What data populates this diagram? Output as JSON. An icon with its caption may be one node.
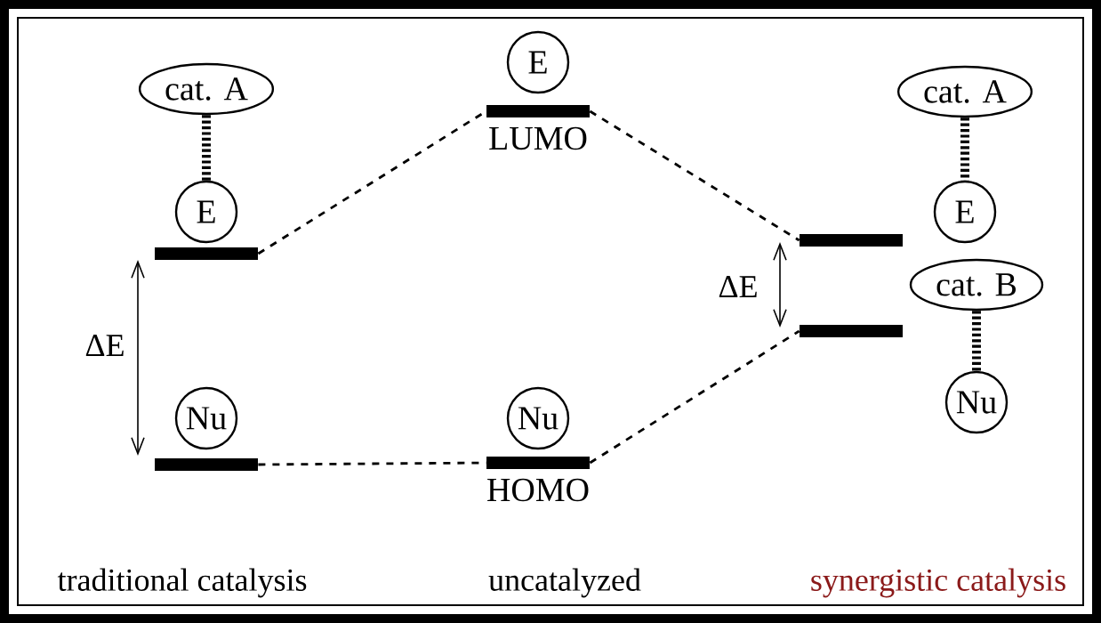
{
  "diagram": {
    "nodes": [
      {
        "text": [
          "cat. A"
        ]
      },
      {
        "text": [
          "E"
        ]
      },
      {
        "text": [],
        "shape": "bar"
      },
      {
        "text": [
          "Nu"
        ]
      },
      {
        "text": [],
        "shape": "bar"
      },
      {
        "text": [
          "E"
        ]
      },
      {
        "text": [],
        "shape": "bar",
        "beside": [
          "LUMO"
        ]
      },
      {
        "text": [
          "Nu"
        ]
      },
      {
        "text": [],
        "shape": "bar",
        "beside": [
          "HOMO"
        ]
      },
      {
        "text": [
          "cat. A"
        ]
      },
      {
        "text": [
          "E"
        ]
      },
      {
        "text": [],
        "shape": "bar"
      },
      {
        "text": [
          "cat. B"
        ]
      },
      {
        "text": [
          "Nu"
        ]
      },
      {
        "text": [],
        "shape": "bar"
      }
    ],
    "edges": [
      {
        "from": 0,
        "to": 1,
        "arrow": "none",
        "style": "dashed"
      },
      {
        "from": 2,
        "to": 6,
        "arrow": "none",
        "style": "dashed"
      },
      {
        "from": 6,
        "to": 11,
        "arrow": "none",
        "style": "dashed"
      },
      {
        "from": 4,
        "to": 8,
        "arrow": "none",
        "style": "dashed"
      },
      {
        "from": 8,
        "to": 14,
        "arrow": "none",
        "style": "dashed"
      },
      {
        "from": 9,
        "to": 10,
        "arrow": "none",
        "style": "dashed"
      },
      {
        "from": 12,
        "to": 13,
        "arrow": "none",
        "style": "dashed"
      }
    ],
    "labels": [
      "ΔE",
      "ΔE",
      "traditional catalysis",
      "uncatalyzed",
      "synergistic catalysis"
    ]
  }
}
